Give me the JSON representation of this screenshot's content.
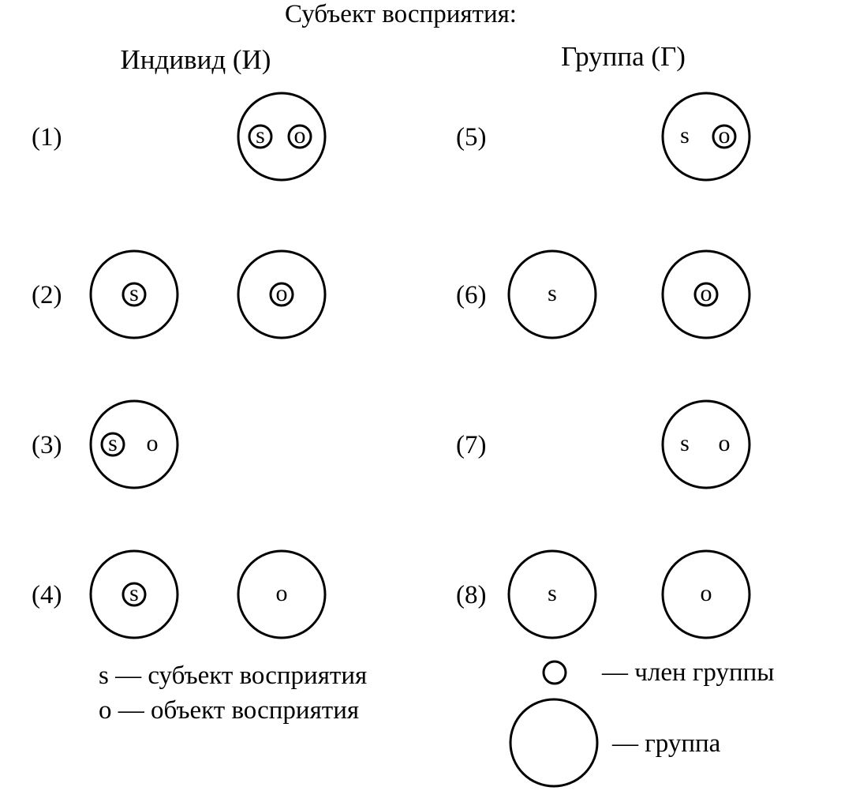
{
  "title": "Субъект восприятия:",
  "columns": {
    "individual": "Индивид (И)",
    "group": "Группа (Г)"
  },
  "rows": [
    {
      "label": "(1)",
      "column": "individual",
      "layout": "single",
      "groups": [
        {
          "s": "s",
          "s_member": true,
          "o": "o",
          "o_member": true
        }
      ]
    },
    {
      "label": "(2)",
      "column": "individual",
      "layout": "pair",
      "groups": [
        {
          "s": "s",
          "s_member": true
        },
        {
          "o": "o",
          "o_member": true
        }
      ]
    },
    {
      "label": "(3)",
      "column": "individual",
      "layout": "single-left",
      "groups": [
        {
          "s": "s",
          "s_member": true,
          "o": "o",
          "o_member": false
        }
      ]
    },
    {
      "label": "(4)",
      "column": "individual",
      "layout": "pair",
      "groups": [
        {
          "s": "s",
          "s_member": true
        },
        {
          "o": "o",
          "o_member": false
        }
      ]
    },
    {
      "label": "(5)",
      "column": "group",
      "layout": "single",
      "groups": [
        {
          "s": "s",
          "s_member": false,
          "o": "o",
          "o_member": true
        }
      ]
    },
    {
      "label": "(6)",
      "column": "group",
      "layout": "pair",
      "groups": [
        {
          "s": "s",
          "s_member": false
        },
        {
          "o": "o",
          "o_member": true
        }
      ]
    },
    {
      "label": "(7)",
      "column": "group",
      "layout": "single",
      "groups": [
        {
          "s": "s",
          "s_member": false,
          "o": "o",
          "o_member": false
        }
      ]
    },
    {
      "label": "(8)",
      "column": "group",
      "layout": "pair",
      "groups": [
        {
          "s": "s",
          "s_member": false
        },
        {
          "o": "o",
          "o_member": false
        }
      ]
    }
  ],
  "legend": {
    "s": "s — субъект восприятия",
    "o": "о — объект восприятия",
    "member": "— член группы",
    "group": "— группа"
  }
}
